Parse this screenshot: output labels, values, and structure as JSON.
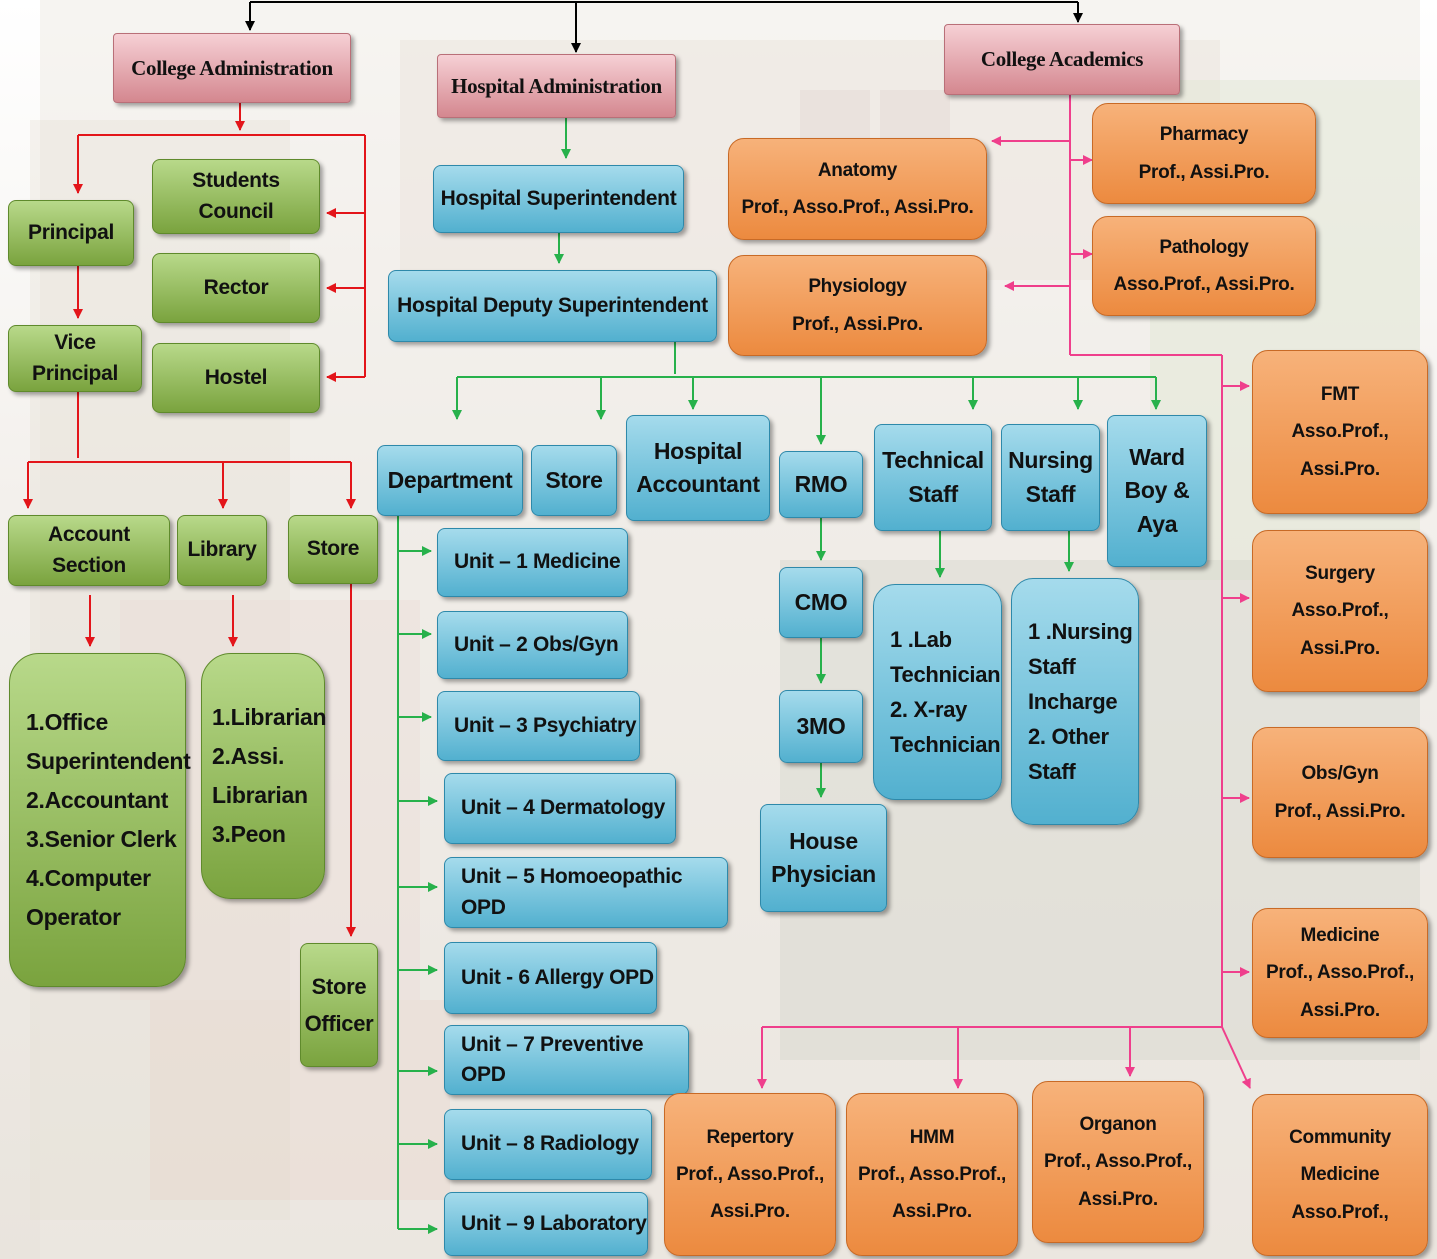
{
  "nodes": {
    "college_admin": "College Administration",
    "hospital_admin": "Hospital Administration",
    "college_academics": "College Academics",
    "principal": "Principal",
    "vice_principal": "Vice Principal",
    "students_council": "Students Council",
    "rector": "Rector",
    "hostel": "Hostel",
    "account_section": "Account Section",
    "library": "Library",
    "store_college": "Store",
    "account_staff": "1.Office\nSuperintendent\n2.Accountant\n3.Senior Clerk\n4.Computer\nOperator",
    "library_staff": "1.Librarian\n2.Assi.\nLibrarian\n3.Peon",
    "store_officer": "Store\nOfficer",
    "hospital_superintendent": "Hospital  Superintendent",
    "hospital_deputy": "Hospital Deputy Superintendent",
    "department": "Department",
    "store_hospital": "Store",
    "hospital_accountant": "Hospital\nAccountant",
    "rmo": "RMO",
    "cmo": "CMO",
    "mo3": "3MO",
    "house_physician": "House\nPhysician",
    "technical_staff": "Technical\nStaff",
    "nursing_staff": "Nursing\nStaff",
    "ward_boy": "Ward\nBoy &\nAya",
    "technical_list": "1 .Lab\nTechnician\n2. X-ray\nTechnician",
    "nursing_list": "1 .Nursing\nStaff\nIncharge\n2. Other\nStaff",
    "units": [
      "Unit – 1  Medicine",
      "Unit – 2 Obs/Gyn",
      "Unit – 3  Psychiatry",
      "Unit – 4  Dermatology",
      "Unit – 5  Homoeopathic OPD",
      "Unit  - 6 Allergy OPD",
      "Unit – 7  Preventive OPD",
      "Unit – 8   Radiology",
      "Unit – 9  Laboratory"
    ],
    "anatomy": "Anatomy\nProf., Asso.Prof., Assi.Pro.",
    "physiology": "Physiology\nProf., Assi.Pro.",
    "pharmacy": "Pharmacy\nProf., Assi.Pro.",
    "pathology": "Pathology\nAsso.Prof., Assi.Pro.",
    "fmt": "FMT\nAsso.Prof.,\nAssi.Pro.",
    "surgery": "Surgery\nAsso.Prof.,\nAssi.Pro.",
    "obsgyn": "Obs/Gyn\nProf., Assi.Pro.",
    "medicine": "Medicine\nProf., Asso.Prof.,\nAssi.Pro.",
    "community": "Community\nMedicine\nAsso.Prof.,",
    "repertory": "Repertory\nProf., Asso.Prof.,\nAssi.Pro.",
    "hmm": "HMM\nProf., Asso.Prof.,\nAssi.Pro.",
    "organon": "Organon\nProf., Asso.Prof.,\nAssi.Pro."
  },
  "colors": {
    "admin_pink": "#d98e96",
    "college_green": "#8db554",
    "hospital_blue": "#5bb7d6",
    "academic_orange": "#f09a52",
    "college_arrows": "#e3151a",
    "hospital_arrows": "#27b14b",
    "academic_arrows": "#ef3f8c",
    "top_arrows": "#000000"
  }
}
